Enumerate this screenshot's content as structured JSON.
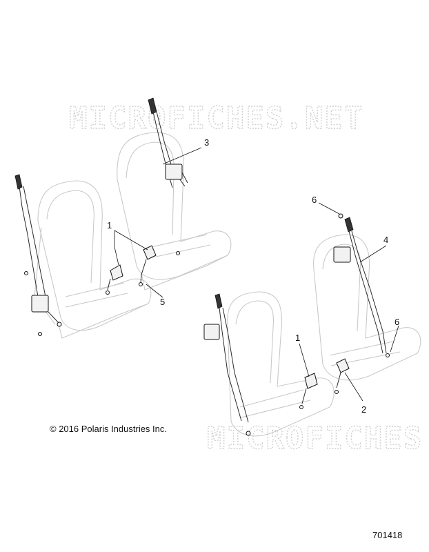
{
  "watermark": {
    "top": "MICROFICHES.NET",
    "bottom": "MICROFICHES.NET"
  },
  "callouts": [
    {
      "id": "c1a",
      "label": "1"
    },
    {
      "id": "c3",
      "label": "3"
    },
    {
      "id": "c5",
      "label": "5"
    },
    {
      "id": "c6a",
      "label": "6"
    },
    {
      "id": "c4",
      "label": "4"
    },
    {
      "id": "c6b",
      "label": "6"
    },
    {
      "id": "c1b",
      "label": "1"
    },
    {
      "id": "c2",
      "label": "2"
    }
  ],
  "copyright": "© 2016 Polaris Industries Inc.",
  "figure_number": "701418"
}
